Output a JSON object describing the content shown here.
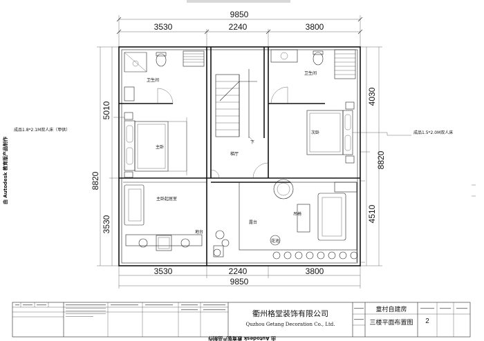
{
  "dimensions": {
    "top_total": "9850",
    "top_segments": [
      "3530",
      "2240",
      "3800"
    ],
    "bottom_total": "9850",
    "bottom_segments": [
      "3530",
      "2240",
      "3800"
    ],
    "left_segments": [
      "5010",
      "8820",
      "3530"
    ],
    "right_segments": [
      "4030",
      "8820",
      "4510"
    ]
  },
  "rooms": {
    "bath_left": "卫生间",
    "bath_right": "卫生间",
    "master_bedroom": "主卧",
    "secondary_bedroom": "次卧",
    "stair_hall": "梯厅",
    "stair_down": "下",
    "master_lounge": "主卧起居室",
    "terrace": "露台",
    "swing_chair": "吊椅",
    "flower_bed": "地台",
    "plant_bed": "花池"
  },
  "notes": {
    "left_bed": "成品1.8*2.1M双人床（甲供）",
    "right_bed": "成品1.5*2.0M双人床"
  },
  "side_text": {
    "left": "由 Autodesk 教育版产品制作",
    "bottom": "由 Autodesk 教育版产品制作"
  },
  "title_block": {
    "company_cn": "衢州格堂装饰有限公司",
    "company_en": "Quzhou Getang Decoration Co., Ltd.",
    "project": "童村自建房",
    "drawing_title": "三楼平面布置图",
    "sheet_number": "2"
  }
}
